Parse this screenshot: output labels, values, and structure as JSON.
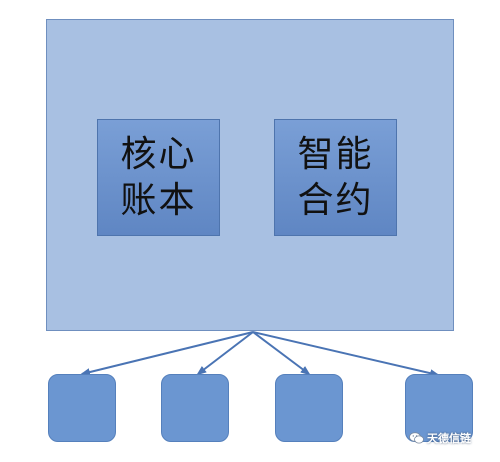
{
  "diagram": {
    "modules": [
      {
        "line1": "核心",
        "line2": "账本"
      },
      {
        "line1": "智能",
        "line2": "合约"
      }
    ],
    "node_count": 4
  },
  "watermark": {
    "text": "天德信链"
  },
  "colors": {
    "container_fill": "#a8c0e2",
    "module_fill": "#6b91cc",
    "node_fill": "#6b96d1",
    "arrow": "#4a74b4"
  }
}
